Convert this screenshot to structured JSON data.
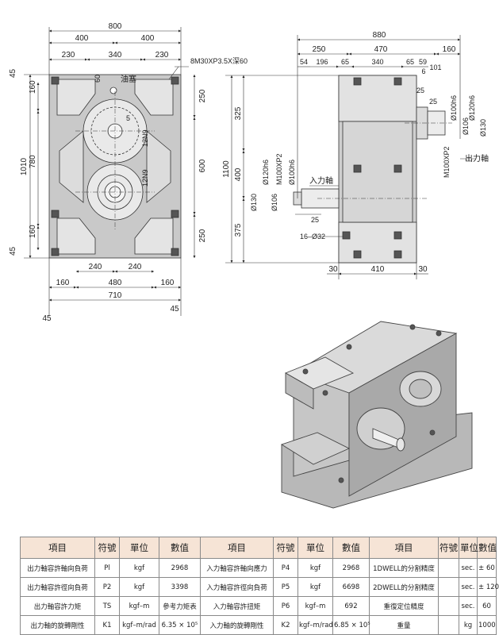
{
  "drawing": {
    "front_view": {
      "dims_top": [
        "800",
        "400",
        "400",
        "230",
        "340",
        "230"
      ],
      "tap_note": "8M30XP3.5X深60",
      "oil_plug": "油塞",
      "dims_left": [
        "45",
        "160",
        "780",
        "160",
        "45"
      ],
      "total_height": "1010",
      "dims_right": [
        "250",
        "600",
        "250"
      ],
      "keyway_upper": "12N9",
      "keyway_lower": "12N9",
      "small_dims": [
        "60",
        "5"
      ],
      "dims_bottom": [
        "240",
        "240",
        "480",
        "160",
        "160",
        "710",
        "45",
        "45"
      ]
    },
    "side_view": {
      "dims_top": [
        "880",
        "250",
        "470",
        "160",
        "54",
        "196",
        "65",
        "340",
        "65",
        "59",
        "6",
        "101"
      ],
      "dims_left": [
        "325",
        "400",
        "1100",
        "375"
      ],
      "output_shaft_label": "出力軸",
      "input_shaft_label": "入力軸",
      "output_shaft_dims": [
        "25",
        "25",
        "Ø100h6",
        "Ø120h6",
        "Ø130",
        "Ø106",
        "M100XP2"
      ],
      "input_shaft_dims": [
        "Ø120h6",
        "M100XP2",
        "Ø100h6",
        "Ø130",
        "Ø106",
        "25"
      ],
      "holes": "16–Ø32",
      "dims_bottom": [
        "30",
        "410",
        "30"
      ]
    }
  },
  "table": {
    "headers": [
      "項目",
      "符號",
      "單位",
      "數值",
      "項目",
      "符號",
      "單位",
      "數值",
      "項目",
      "符號",
      "單位",
      "數值"
    ],
    "rows": [
      [
        "出力軸容許軸向負荷",
        "Pl",
        "kgf",
        "2968",
        "入力軸容許軸向應力",
        "P4",
        "kgf",
        "2968",
        "1DWELL的分割精度",
        "",
        "sec.",
        "± 60"
      ],
      [
        "出力軸容許徑向負荷",
        "P2",
        "kgf",
        "3398",
        "入力軸容許徑向負荷",
        "P5",
        "kgf",
        "6698",
        "2DWELL的分割精度",
        "",
        "sec.",
        "± 120"
      ],
      [
        "出力軸容許力矩",
        "TS",
        "kgf–m",
        "參考力矩表",
        "入力軸容許扭矩",
        "P6",
        "kgf–m",
        "692",
        "重復定位精度",
        "",
        "sec.",
        "60"
      ],
      [
        "出力軸的旋轉剛性",
        "K1",
        "kgf–m/rad",
        "6.35 × 10⁵",
        "入力軸的旋轉剛性",
        "K2",
        "kgf–m/rad",
        "6.85 × 10⁵",
        "重量",
        "",
        "kg",
        "1000"
      ]
    ]
  }
}
